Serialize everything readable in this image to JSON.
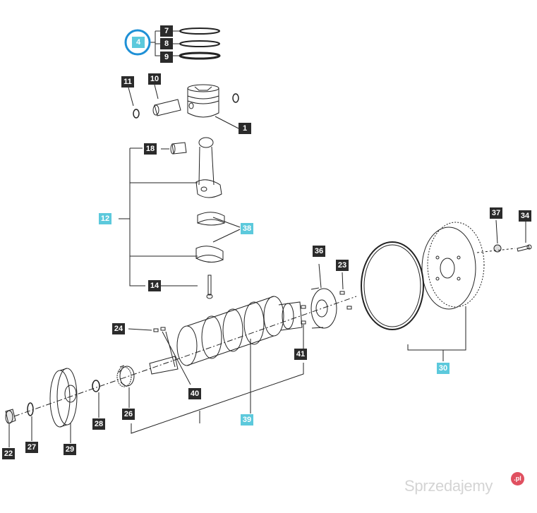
{
  "callouts": {
    "c1": "1",
    "c4": "4",
    "c7": "7",
    "c8": "8",
    "c9": "9",
    "c10": "10",
    "c11": "11",
    "c12": "12",
    "c14": "14",
    "c18": "18",
    "c22": "22",
    "c23": "23",
    "c24": "24",
    "c26": "26",
    "c27": "27",
    "c28": "28",
    "c29": "29",
    "c30": "30",
    "c34": "34",
    "c36": "36",
    "c37": "37",
    "c38": "38",
    "c39": "39",
    "c40": "40",
    "c41": "41"
  },
  "colors": {
    "dark_tag": "#2b2b2b",
    "cyan_tag": "#5cc9dc",
    "highlight_ring": "#1e90d6",
    "line": "#222222"
  },
  "watermark": {
    "text": "Sprzedajemy",
    "badge": ".pl"
  }
}
